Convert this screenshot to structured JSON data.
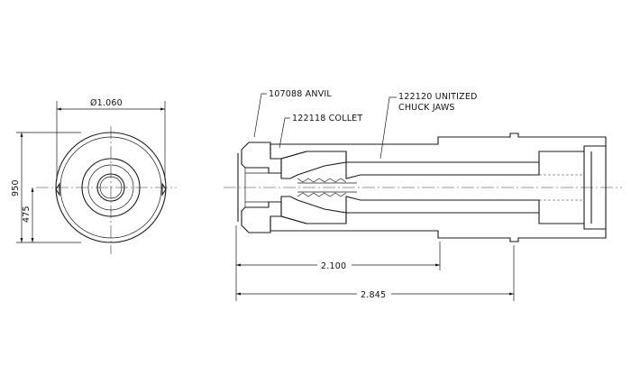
{
  "end_view": {
    "diameter_label": "Ø1.060",
    "height_label": "950",
    "half_height_label": "475"
  },
  "section_view": {
    "callouts": {
      "anvil": "107088 ANVIL",
      "collet": "122118 COLLET",
      "jaws_line1": "122120 UNITIZED",
      "jaws_line2": "CHUCK JAWS"
    },
    "dim_short": "2.100",
    "dim_overall": "2.845"
  }
}
